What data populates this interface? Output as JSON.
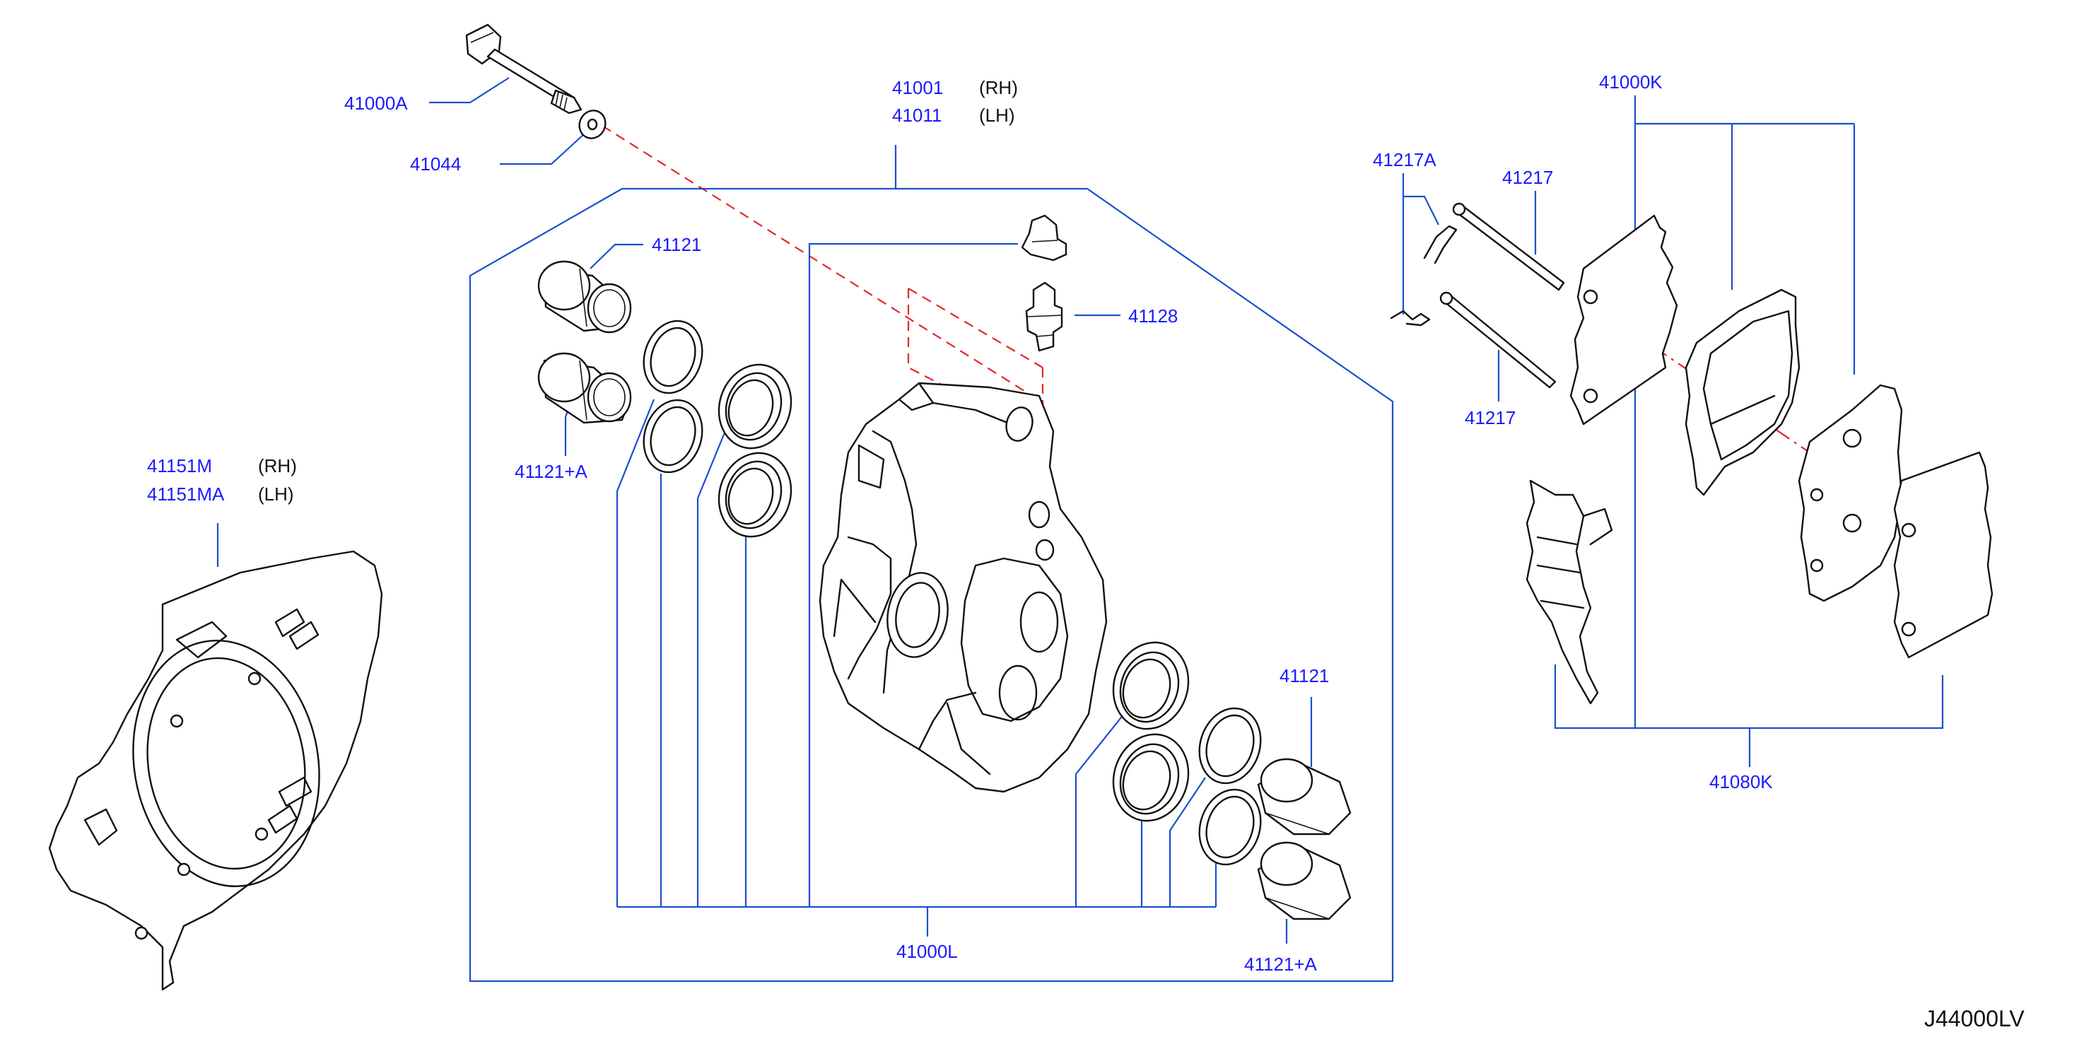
{
  "diagram_id": "J44000LV",
  "colors": {
    "part_number": "#1a1aff",
    "leader_line": "#1a4fd0",
    "center_line": "#e8242b",
    "outline": "#111111"
  },
  "callouts": {
    "bolt": "41000A",
    "washer": "41044",
    "caliper_rh": "41001",
    "caliper_lh": "41011",
    "side_rh": "(RH)",
    "side_lh": "(LH)",
    "piston_upper": "41121",
    "piston_upper_plus": "41121+A",
    "bleeder": "41128",
    "seal_kit": "41000L",
    "piston_lower": "41121",
    "piston_lower_plus": "41121+A",
    "baffle_rh": "41151M",
    "baffle_lh": "41151MA",
    "pad_kit": "41000K",
    "clip": "41217A",
    "pin_upper": "41217",
    "pin_lower": "41217",
    "hardware_kit": "41080K"
  }
}
